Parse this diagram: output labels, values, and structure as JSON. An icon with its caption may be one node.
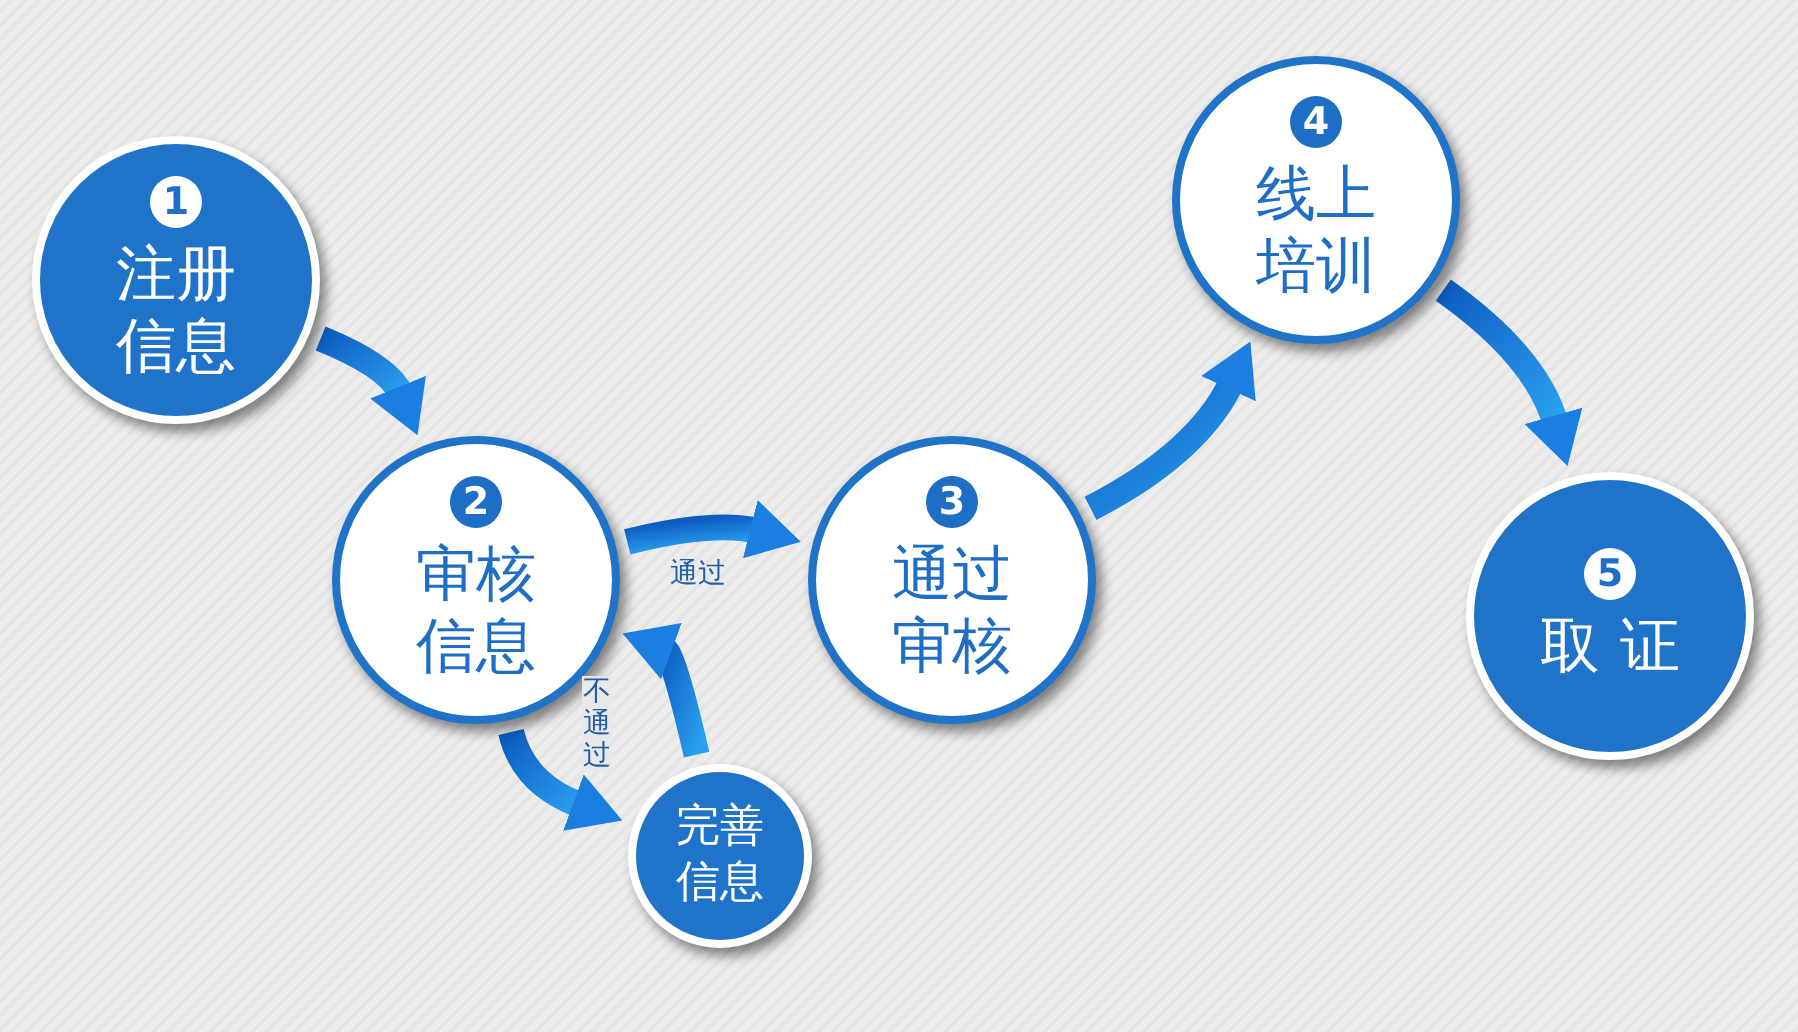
{
  "diagram": {
    "nodes": [
      {
        "text": [
          "1",
          "注册信息"
        ]
      },
      {
        "text": [
          "2",
          "审核信息"
        ]
      },
      {
        "text": [
          "3",
          "通过审核"
        ]
      },
      {
        "text": [
          "4",
          "线上培训"
        ]
      },
      {
        "text": [
          "5",
          "取 证"
        ]
      },
      {
        "text": [
          "完善信息"
        ]
      }
    ],
    "edges": [
      {
        "from": 0,
        "to": 1,
        "arrow": "to"
      },
      {
        "from": 1,
        "to": 2,
        "arrow": "to",
        "label": "通过"
      },
      {
        "from": 1,
        "to": 5,
        "arrow": "to",
        "label": "不通过"
      },
      {
        "from": 5,
        "to": 1,
        "arrow": "to"
      },
      {
        "from": 2,
        "to": 3,
        "arrow": "to"
      },
      {
        "from": 3,
        "to": 4,
        "arrow": "to"
      }
    ]
  }
}
